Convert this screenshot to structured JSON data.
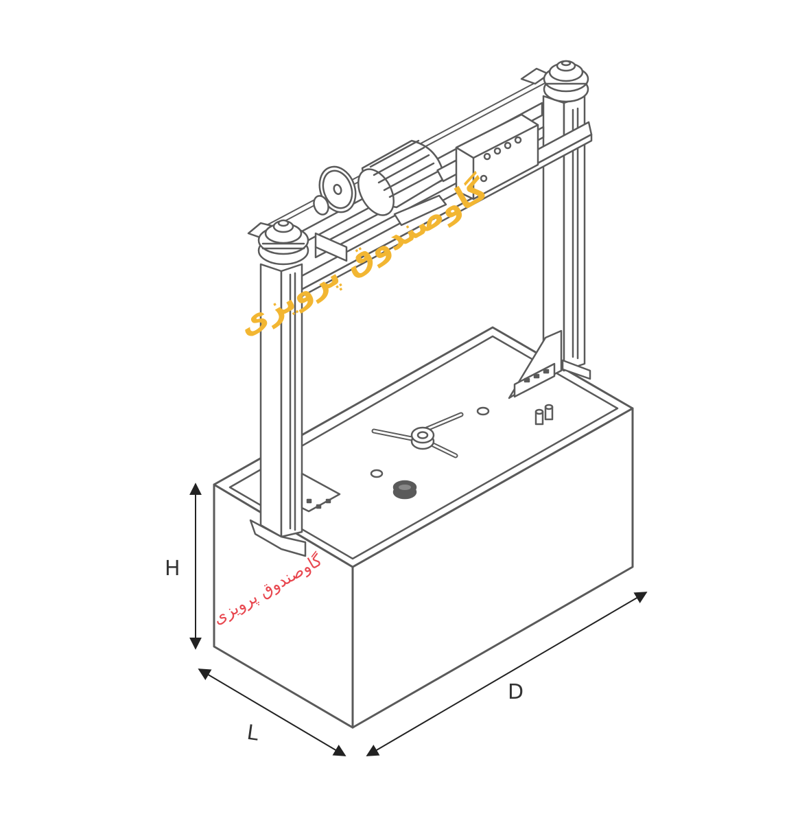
{
  "dimensions": {
    "height_label": "H",
    "length_label": "L",
    "depth_label": "D"
  },
  "watermarks": {
    "main_text": "گاوصندوق پرویزی",
    "base_text": "گاوصندوق پرویزی"
  },
  "colors": {
    "line": "#5a5a5a",
    "fill": "#ffffff",
    "dim_line": "#222222",
    "watermark_main": "#f2b632",
    "watermark_base": "#e8474f"
  }
}
